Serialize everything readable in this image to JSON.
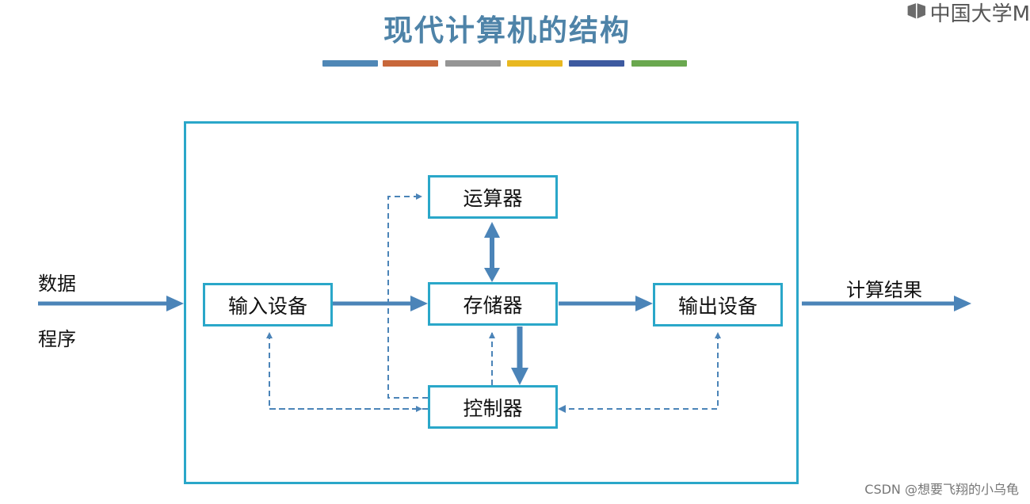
{
  "header": {
    "title": "现代计算机的结构",
    "logo_text": "中国大学M",
    "stripe_colors": [
      "#4f87b6",
      "#c8673a",
      "#959595",
      "#e8b821",
      "#3d5aa0",
      "#6aa84f"
    ]
  },
  "diagram": {
    "nodes": {
      "alu": "运算器",
      "memory": "存储器",
      "controller": "控制器",
      "input": "输入设备",
      "output": "输出设备"
    },
    "labels": {
      "in_data": "数据",
      "in_program": "程序",
      "out_result": "计算结果"
    },
    "colors": {
      "box_border": "#2aa7c9",
      "arrow": "#4b84b8",
      "title": "#4e83a8"
    }
  },
  "watermark": "CSDN @想要飞翔的小乌龟"
}
